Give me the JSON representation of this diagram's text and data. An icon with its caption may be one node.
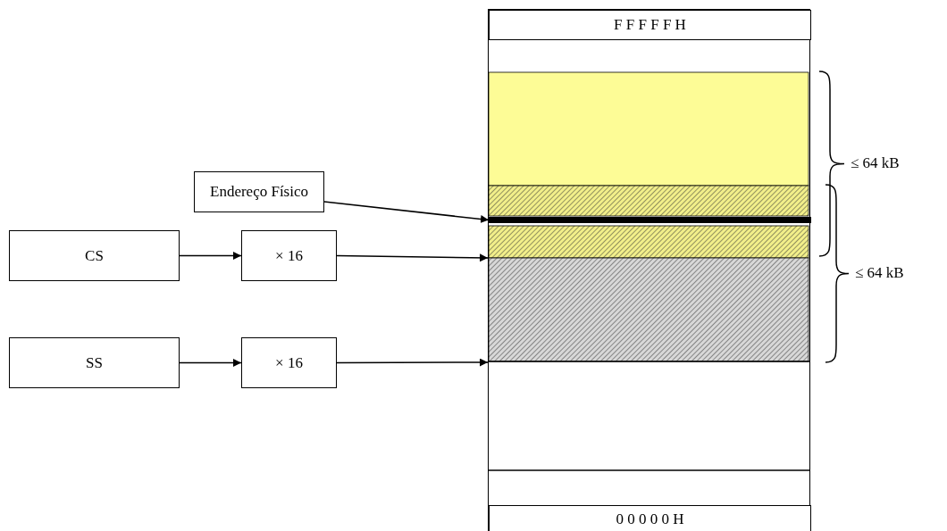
{
  "diagram": {
    "nodes": [
      {
        "text": [],
        "shape": "box"
      },
      {
        "text": [
          "F F F F F H"
        ],
        "in": 0
      },
      {
        "text": [
          "Endereço Físico"
        ]
      },
      {
        "text": [],
        "shape": "bar",
        "in": 0
      },
      {
        "text": [
          "CS"
        ]
      },
      {
        "text": [
          "× 16"
        ]
      },
      {
        "text": [
          "SS"
        ]
      },
      {
        "text": [
          "× 16"
        ]
      },
      {
        "text": [
          "0 0 0 0 0 H"
        ],
        "in": 0
      }
    ],
    "edges": [
      {
        "from": 2,
        "to": 3,
        "arrow": "to"
      },
      {
        "from": 4,
        "to": 5,
        "arrow": "to"
      },
      {
        "from": 5,
        "to": 0,
        "arrow": "to"
      },
      {
        "from": 6,
        "to": 7,
        "arrow": "to"
      },
      {
        "from": 7,
        "to": 0,
        "arrow": "to"
      }
    ],
    "labels": [
      "≤ 64 kB",
      "≤ 64 kB"
    ]
  }
}
